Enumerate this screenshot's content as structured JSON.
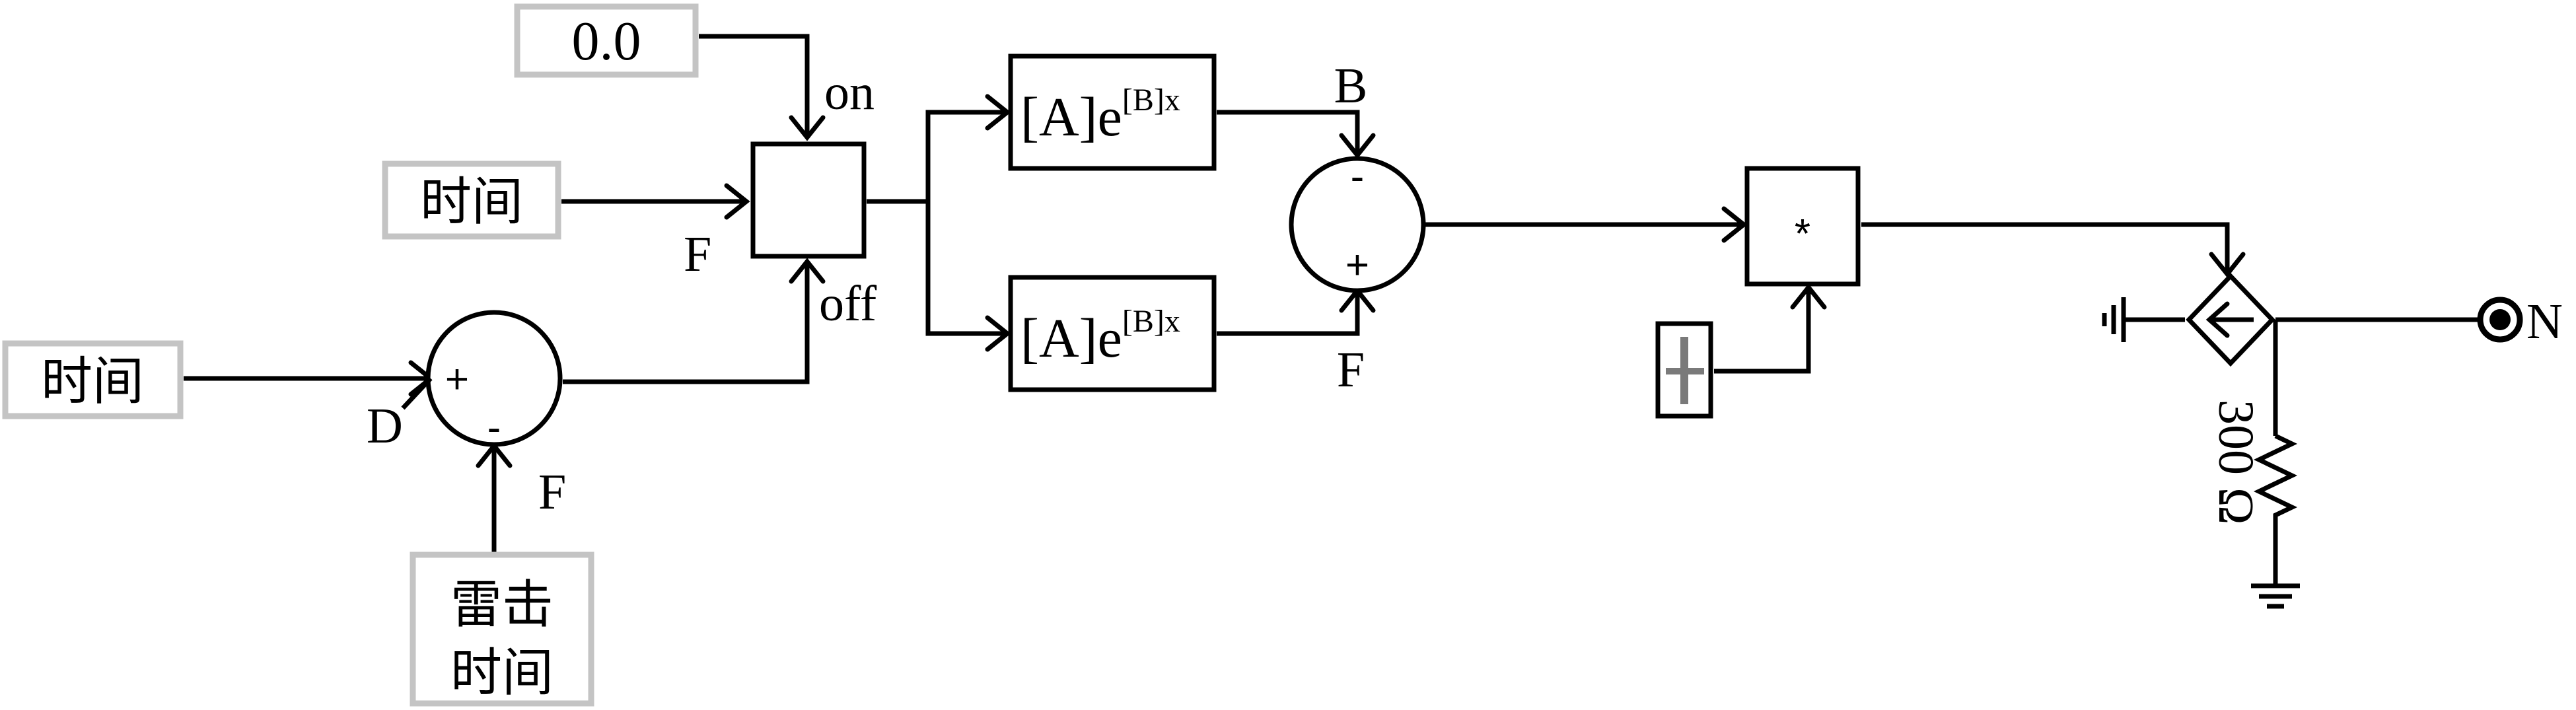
{
  "inputs": {
    "const_on": "0.0",
    "time_1": "时间",
    "time_2": "时间",
    "strike_time_line1": "雷击",
    "strike_time_line2": "时间"
  },
  "switch": {
    "on_label": "on",
    "off_label": "off",
    "control_label": "F"
  },
  "sum1": {
    "plus_sign": "+",
    "minus_sign": "-",
    "in_label": "D",
    "out_label": "F"
  },
  "exp_block": {
    "base": "[A]e",
    "exponent": "[B]x"
  },
  "sum2": {
    "minus_sign": "-",
    "plus_sign": "+",
    "top_label": "B",
    "bottom_label": "F"
  },
  "multiplier": {
    "symbol": "*"
  },
  "source": {
    "node_label": "N"
  },
  "resistor": {
    "value": "300 Ω"
  }
}
